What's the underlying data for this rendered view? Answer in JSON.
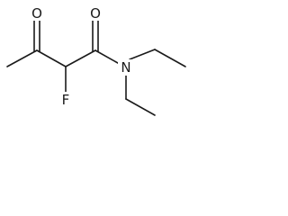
{
  "molecule": {
    "atoms": {
      "oxygen_ketone": "O",
      "oxygen_amide": "O",
      "nitrogen": "N",
      "fluorine": "F"
    }
  }
}
